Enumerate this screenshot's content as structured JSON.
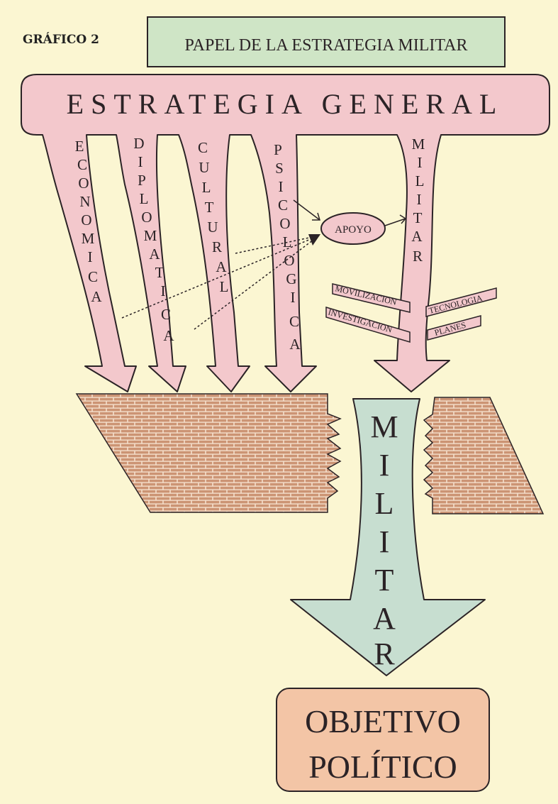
{
  "figure_label": "GRÁFICO 2",
  "title": "PAPEL DE LA ESTRATEGIA MILITAR",
  "general_strategy": "ESTRATEGIA GENERAL",
  "branches": {
    "economica": [
      "E",
      "C",
      "O",
      "N",
      "O",
      "M",
      "I",
      "C",
      "A"
    ],
    "diplomatica": [
      "D",
      "I",
      "P",
      "L",
      "O",
      "M",
      "A",
      "T",
      "I",
      "C",
      "A"
    ],
    "cultural": [
      "C",
      "U",
      "L",
      "T",
      "U",
      "R",
      "A",
      "L"
    ],
    "psicologica": [
      "P",
      "S",
      "I",
      "C",
      "O",
      "L",
      "O",
      "G",
      "I",
      "C",
      "A"
    ],
    "militar": [
      "M",
      "I",
      "L",
      "I",
      "T",
      "A",
      "R"
    ]
  },
  "support": "APOYO",
  "military_areas": {
    "movilizacion": "MOVILIZACION",
    "investigacion": "INVESTIGACION",
    "tecnologia": "TECNOLOGIA",
    "planes": "PLANES"
  },
  "military_breakthrough": [
    "M",
    "I",
    "L",
    "I",
    "T",
    "A",
    "R"
  ],
  "objective": {
    "line1": "OBJETIVO",
    "line2": "POLÍTICO"
  },
  "colors": {
    "background": "#fbf6d2",
    "arrow_pink": "#f3c8cc",
    "title_box": "#cfe5c6",
    "military_arrow": "#c7ded0",
    "wall_brick": "#cc9474",
    "wall_mortar": "#f5dfcc",
    "objective_box": "#f3c5a6",
    "outline": "#2b2326"
  }
}
